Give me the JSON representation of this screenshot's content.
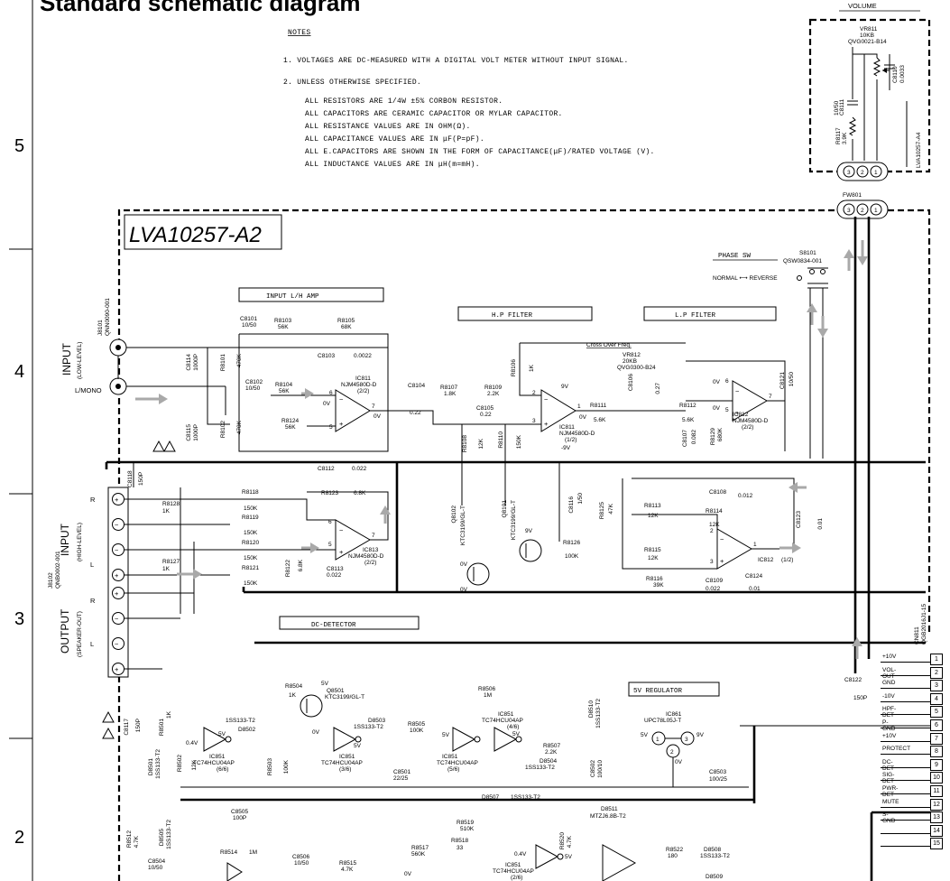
{
  "title": "Standard schematic diagram",
  "row_numbers": [
    "5",
    "4",
    "3",
    "2"
  ],
  "notes": {
    "heading": "NOTES",
    "lines": [
      "1. VOLTAGES ARE DC-MEASURED WITH A DIGITAL VOLT METER WITHOUT INPUT SIGNAL.",
      "2. UNLESS OTHERWISE SPECIFIED.",
      "ALL RESISTORS ARE 1/4W ±5% CORBON RESISTOR.",
      "ALL CAPACITORS ARE CERAMIC CAPACITOR OR MYLAR CAPACITOR.",
      "ALL RESISTANCE VALUES ARE IN OHM(Ω).",
      "ALL CAPACITANCE VALUES ARE IN μF(P=pF).",
      "ALL E.CAPACITORS ARE SHOWN IN THE FORM OF CAPACITANCE(μF)/RATED VOLTAGE (V).",
      "ALL INDUCTANCE VALUES ARE IN μH(m=mH)."
    ]
  },
  "volume_box": {
    "label": "VOLUME",
    "vr": "VR811",
    "vr_value": "10KB",
    "vr_part": "QVG0021-B14",
    "c8110": "C8110",
    "c8110_val": "0.0033",
    "c8111": "C8111",
    "c8111_val": "10/50",
    "r8117": "R8117",
    "r8117_val": "3.9K",
    "board": "LVA10257-A4",
    "connector": "FW801"
  },
  "board_label": "LVA10257-A2",
  "blocks": {
    "input_amp": "INPUT L/H AMP",
    "hp_filter": "H.P FILTER",
    "lp_filter": "L.P FILTER",
    "phase_sw": "PHASE SW",
    "dc_detector": "DC-DETECTOR",
    "regulator": "5V REGULATOR",
    "crossover": "Cross Over Freq."
  },
  "phase_switch": {
    "ref": "S8101",
    "part": "QSW0834-001",
    "normal_reverse": "NORMAL ⟷ REVERSE"
  },
  "inputs": {
    "jack": "J8101",
    "jack_part": "QNN0090-001",
    "input_label": "INPUT",
    "low_level": "(LOW-LEVEL)",
    "l_mono": "L/MONO",
    "high_input": "INPUT",
    "high_level": "(HIGH-LEVEL)",
    "output": "OUTPUT",
    "speaker_out": "(SPEAKER-OUT)",
    "j8102": "J8102",
    "j8102_part": "QNB0002-001",
    "R": "R",
    "L": "L"
  },
  "components": {
    "c8101": "C8101",
    "c8101_v": "10/50",
    "r8103": "R8103",
    "r8103_v": "56K",
    "r8105": "R8105",
    "r8105_v": "68K",
    "c8103": "C8103",
    "c8103_v": "0.0022",
    "c8114": "C8114",
    "c8114_v": "1000P",
    "r8101": "R8101",
    "r8101_v": "470K",
    "c8102": "C8102",
    "c8102_v": "10/50",
    "r8104": "R8104",
    "r8104_v": "56K",
    "ic811": "IC811",
    "ic811_part": "NJM4580D-D",
    "ic811_unit": "(2/2)",
    "r8124": "R8124",
    "r8124_v": "56K",
    "c8115": "C8115",
    "c8115_v": "1000P",
    "r8102": "R8102",
    "r8102_v": "470K",
    "c8104": "C8104",
    "c8104_v": "0.22",
    "r8107": "R8107",
    "r8107_v": "1.8K",
    "r8109": "R8109",
    "r8109_v": "2.2K",
    "r8106": "R8106",
    "r8106_v": "1K",
    "c8105": "C8105",
    "c8105_v": "0.22",
    "r8108": "R8108",
    "r8108_v": "12K",
    "r8110": "R8110",
    "r8110_v": "150K",
    "ic811b_unit": "(1/2)",
    "r8111": "R8111",
    "r8111_v": "5.6K",
    "vr812": "VR812",
    "vr812_v": "20KB",
    "vr812_part": "QVG0300-B24",
    "c8106": "C8106",
    "c8106_v": "0.27",
    "r8112": "R8112",
    "r8112_v": "5.6K",
    "c8107": "C8107",
    "c8107_v": "0.082",
    "r8129": "R8129",
    "r8129_v": "680K",
    "c8121": "C8121",
    "c8121_v": "10/50",
    "ic812": "IC812",
    "ic812_part": "NJM4580D-D",
    "ic812_unit": "(2/2)",
    "c8118": "C8118",
    "c8118_v": "150P",
    "r8118": "R8118",
    "r8118_v": "150K",
    "r8119": "R8119",
    "r8119_v": "150K",
    "r8120": "R8120",
    "r8120_v": "150K",
    "r8121": "R8121",
    "r8121_v": "150K",
    "r8128": "R8128",
    "r8128_v": "1K",
    "r8127": "R8127",
    "r8127_v": "1K",
    "c8112": "C8112",
    "c8112_v": "0.022",
    "r8123": "R8123",
    "r8123_v": "6.8K",
    "ic813": "IC813",
    "ic813_part": "NJM4580D-D",
    "ic813_unit": "(2/2)",
    "r8122": "R8122",
    "r8122_v": "6.8K",
    "c8113": "C8113",
    "c8113_v": "0.022",
    "q8102": "Q8102",
    "q8102_part": "KTC3199/GL-T",
    "q8101": "Q8101",
    "q8101_part": "KTC3199/GL-T",
    "c8116": "C8116",
    "c8116_v": "1/50",
    "r8125": "R8125",
    "r8125_v": "47K",
    "r8126": "R8126",
    "r8126_v": "100K",
    "c8108": "C8108",
    "c8108_v": "0.012",
    "r8113": "R8113",
    "r8113_v": "12K",
    "r8114": "R8114",
    "r8114_v": "12K",
    "c8123": "C8123",
    "c8123_v": "0.01",
    "r8115": "R8115",
    "r8115_v": "12K",
    "r8116": "R8116",
    "r8116_v": "39K",
    "c8109": "C8109",
    "c8109_v": "0.022",
    "c8124": "C8124",
    "c8124_v": "0.01",
    "ic812b": "IC812",
    "ic812b_unit": "(1/2)",
    "c8117": "C8117",
    "c8117_v": "150P",
    "r8501": "R8501",
    "r8501_v": "1K",
    "ic851a": "IC851",
    "ic851_part": "TC74HCU04AP",
    "ic851a_unit": "(6/6)",
    "d8502": "D8502",
    "d8502_part": "1SS133-T2",
    "d8501": "D8501",
    "d8501_part": "1SS133-T2",
    "r8502": "R8502",
    "r8502_v": "12K",
    "r8504": "R8504",
    "r8504_v": "1K",
    "q8501": "Q8501",
    "q8501_part": "KTC3199/GL-T",
    "r8503": "R8503",
    "r8503_v": "100K",
    "ic851b_unit": "(3/6)",
    "d8503": "D8503",
    "d8503_part": "1SS133-T2",
    "c8501": "C8501",
    "c8501_v": "22/25",
    "r8505": "R8505",
    "r8505_v": "100K",
    "r8506": "R8506",
    "r8506_v": "1M",
    "ic851c_unit": "(5/6)",
    "ic851d_unit": "(4/6)",
    "r8507": "R8507",
    "r8507_v": "2.2K",
    "d8504": "D8504",
    "d8504_part": "1SS133-T2",
    "d8510": "D8510",
    "d8510_part": "1SS133-T2",
    "ic861": "IC861",
    "ic861_part": "UPC78L05J-T",
    "c8502": "C8502",
    "c8502_v": "100/10",
    "c8503": "C8503",
    "c8503_v": "100/25",
    "c8122": "C8122",
    "c8122_v": "150P",
    "c8505": "C8505",
    "c8505_v": "100P",
    "r8514": "R8514",
    "r8514_v": "1M",
    "r8512": "R8512",
    "r8512_v": "4.7K",
    "d8505": "D8505",
    "d8505_part": "1SS133-T2",
    "c8504": "C8504",
    "c8504_v": "10/50",
    "c8506": "C8506",
    "c8506_v": "10/50",
    "r8515": "R8515",
    "r8515_v": "4.7K",
    "r8517": "R8517",
    "r8517_v": "560K",
    "d8507": "D8507",
    "d8507_part": "1SS133-T2",
    "r8519": "R8519",
    "r8519_v": "510K",
    "r8518": "R8518",
    "r8518_v": "33",
    "ic851e_unit": "(2/6)",
    "r8520": "R8520",
    "r8520_v": "4.7K",
    "d8511": "D8511",
    "d8511_part": "MTZJ6.8B-T2",
    "r8522": "R8522",
    "r8522_v": "180",
    "d8508": "D8508",
    "d8508_part": "1SS133-T2",
    "d8509": "D8509"
  },
  "connector": {
    "ref": "CN811",
    "part": "QGB2016J1-15",
    "pins": [
      {
        "num": "1",
        "label": "+10V"
      },
      {
        "num": "2",
        "label": "VOL-OUT"
      },
      {
        "num": "3",
        "label": "GND"
      },
      {
        "num": "4",
        "label": "-10V"
      },
      {
        "num": "5",
        "label": "HPF-DET"
      },
      {
        "num": "6",
        "label": "P-GND"
      },
      {
        "num": "7",
        "label": "+10V"
      },
      {
        "num": "8",
        "label": "PROTECT"
      },
      {
        "num": "9",
        "label": "DC-DET"
      },
      {
        "num": "10",
        "label": "SIG-DET"
      },
      {
        "num": "11",
        "label": "PWR-DET"
      },
      {
        "num": "12",
        "label": "MUTE"
      },
      {
        "num": "13",
        "label": "S-GND"
      },
      {
        "num": "14",
        "label": ""
      },
      {
        "num": "15",
        "label": ""
      }
    ]
  },
  "voltages": {
    "v0": "0V",
    "v9": "9V",
    "vm9": "-9V",
    "v5": "5V",
    "v04": "0.4V"
  }
}
